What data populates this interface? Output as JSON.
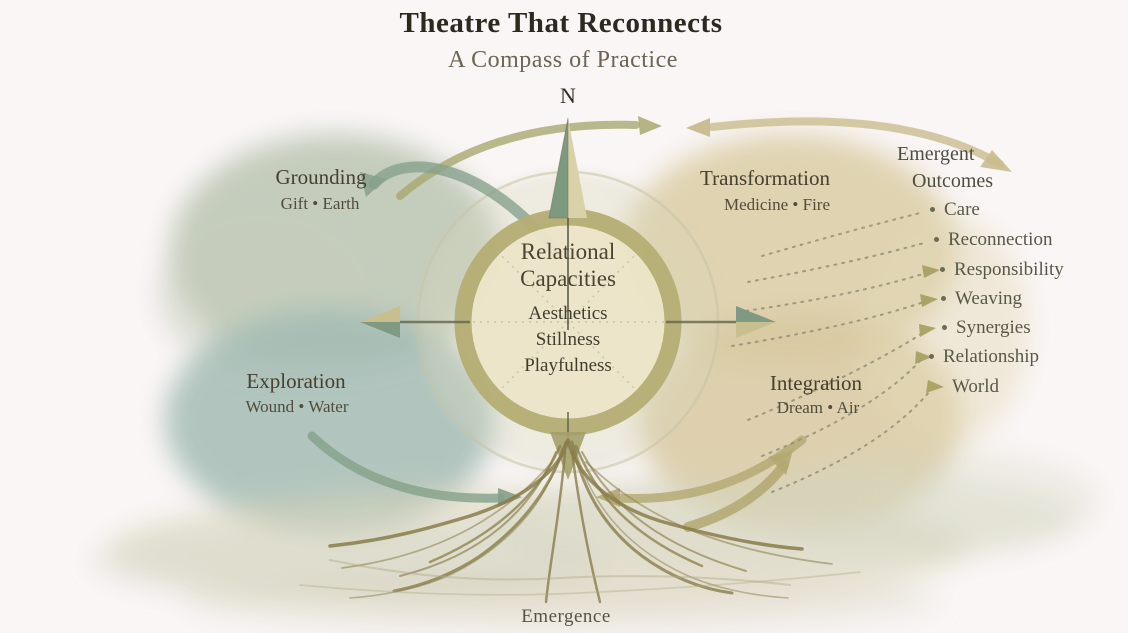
{
  "title": "Theatre That Reconnects",
  "subtitle": "A Compass of Practice",
  "compass": {
    "north_label": "N",
    "south_label": "Emergence",
    "center": {
      "heading_line1": "Relational",
      "heading_line2": "Capacities",
      "capacities": [
        "Aesthetics",
        "Stillness",
        "Playfulness"
      ]
    },
    "quadrants": [
      {
        "name": "Grounding",
        "keywords": "Gift • Earth",
        "position": "top-left"
      },
      {
        "name": "Transformation",
        "keywords": "Medicine • Fire",
        "position": "top-right"
      },
      {
        "name": "Exploration",
        "keywords": "Wound • Water",
        "position": "bottom-left"
      },
      {
        "name": "Integration",
        "keywords": "Dream • Air",
        "position": "bottom-right"
      }
    ]
  },
  "outcomes": {
    "heading_line1": "Emergent",
    "heading_line2": "Outcomes",
    "bullet": "•",
    "items": [
      "Care",
      "Reconnection",
      "Responsibility",
      "Weaving",
      "Synergies",
      "Relationship",
      "World"
    ]
  },
  "colors": {
    "background": "#faf6f6",
    "grounding_blob": "#b7c2ae",
    "exploration_blob": "#a3bcb4",
    "transformation_blob": "#dbcda5",
    "integration_blob": "#d8c9a1",
    "compass_ring": "#b5ae74",
    "compass_face": "#ece5c8",
    "needle_green": "#7d9a80",
    "needle_tan": "#d9d2a8",
    "roots": "#8a7d4b",
    "title_text": "#2d2921",
    "label_text": "#46402f",
    "outcome_text": "#595848"
  }
}
